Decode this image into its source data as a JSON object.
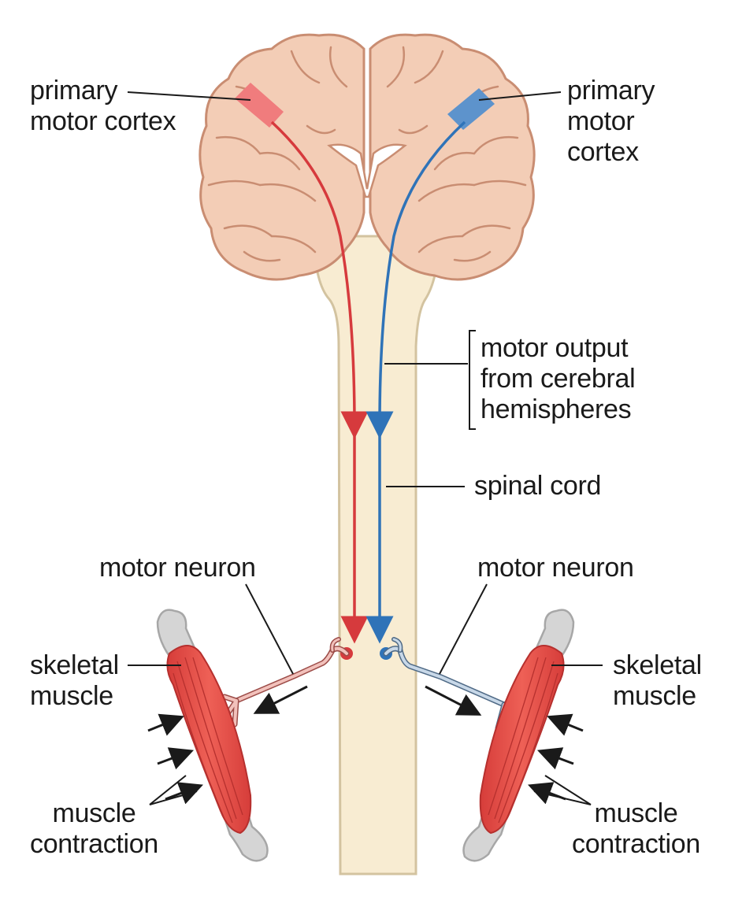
{
  "labels": {
    "primary_motor_cortex_left": [
      "primary",
      "motor cortex"
    ],
    "primary_motor_cortex_right": [
      "primary",
      "motor",
      "cortex"
    ],
    "motor_output": [
      "motor output",
      "from cerebral",
      "hemispheres"
    ],
    "spinal_cord": "spinal cord",
    "motor_neuron_left": "motor neuron",
    "motor_neuron_right": "motor neuron",
    "skeletal_muscle_left": [
      "skeletal",
      "muscle"
    ],
    "skeletal_muscle_right": [
      "skeletal",
      "muscle"
    ],
    "muscle_contraction_left": [
      "muscle",
      "contraction"
    ],
    "muscle_contraction_right": [
      "muscle",
      "contraction"
    ]
  },
  "colors": {
    "brain_fill": "#f3cdb6",
    "brain_outline": "#c98d72",
    "cord_fill": "#f8ecd2",
    "cord_outline": "#d3c3a0",
    "left_pathway": "#d63a3d",
    "right_pathway": "#2f73b8",
    "muscle": "#e8504a",
    "bone": "#d5d5d5"
  }
}
